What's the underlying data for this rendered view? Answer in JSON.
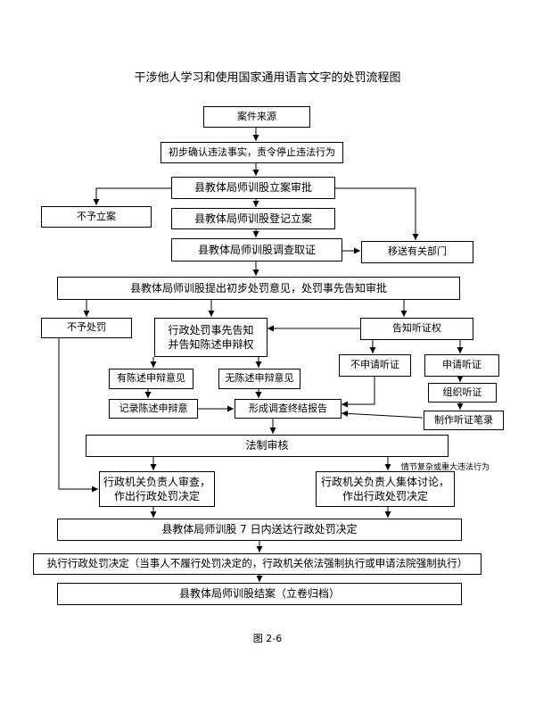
{
  "title": "干涉他人学习和使用国家通用语言文字的处罚流程图",
  "caption": "图 2-6",
  "nodes": {
    "case_source": "案件来源",
    "initial_confirm": "初步确认违法事实，责令停止违法行为",
    "approve_filing": "县教体局师训股立案审批",
    "no_filing": "不予立案",
    "register_filing": "县教体局师训股登记立案",
    "investigate": "县教体局师训股调查取证",
    "transfer_dept": "移送有关部门",
    "preliminary_opinion": "县教体局师训股提出初步处罚意见，处罚事先告知审批",
    "no_penalty": "不予处罚",
    "prior_notice_line1": "行政处罚事先告知",
    "prior_notice_line2": "并告知陈述申辩权",
    "hearing_right": "告知听证权",
    "no_hearing": "不申请听证",
    "apply_hearing": "申请听证",
    "has_defense": "有陈述申辩意见",
    "no_defense": "无陈述申辩意见",
    "organize_hearing": "组织听证",
    "record_defense": "记录陈述申辩意",
    "final_report": "形成调查终结报告",
    "hearing_transcript": "制作听证笔录",
    "legal_review": "法制审核",
    "serious_note": "情节复杂或重大违法行为",
    "head_review_line1": "行政机关负责人审查，",
    "head_review_line2": "作出行政处罚决定",
    "collective_line1": "行政机关负责人集体讨论，",
    "collective_line2": "作出行政处罚决定",
    "deliver_decision": "县教体局师训股 7 日内送达行政处罚决定",
    "execute_decision": "执行行政处罚决定（当事人不履行处罚决定的，行政机关依法强制执行或申请法院强制执行）",
    "close_case": "县教体局师训股结案（立卷归档）"
  }
}
